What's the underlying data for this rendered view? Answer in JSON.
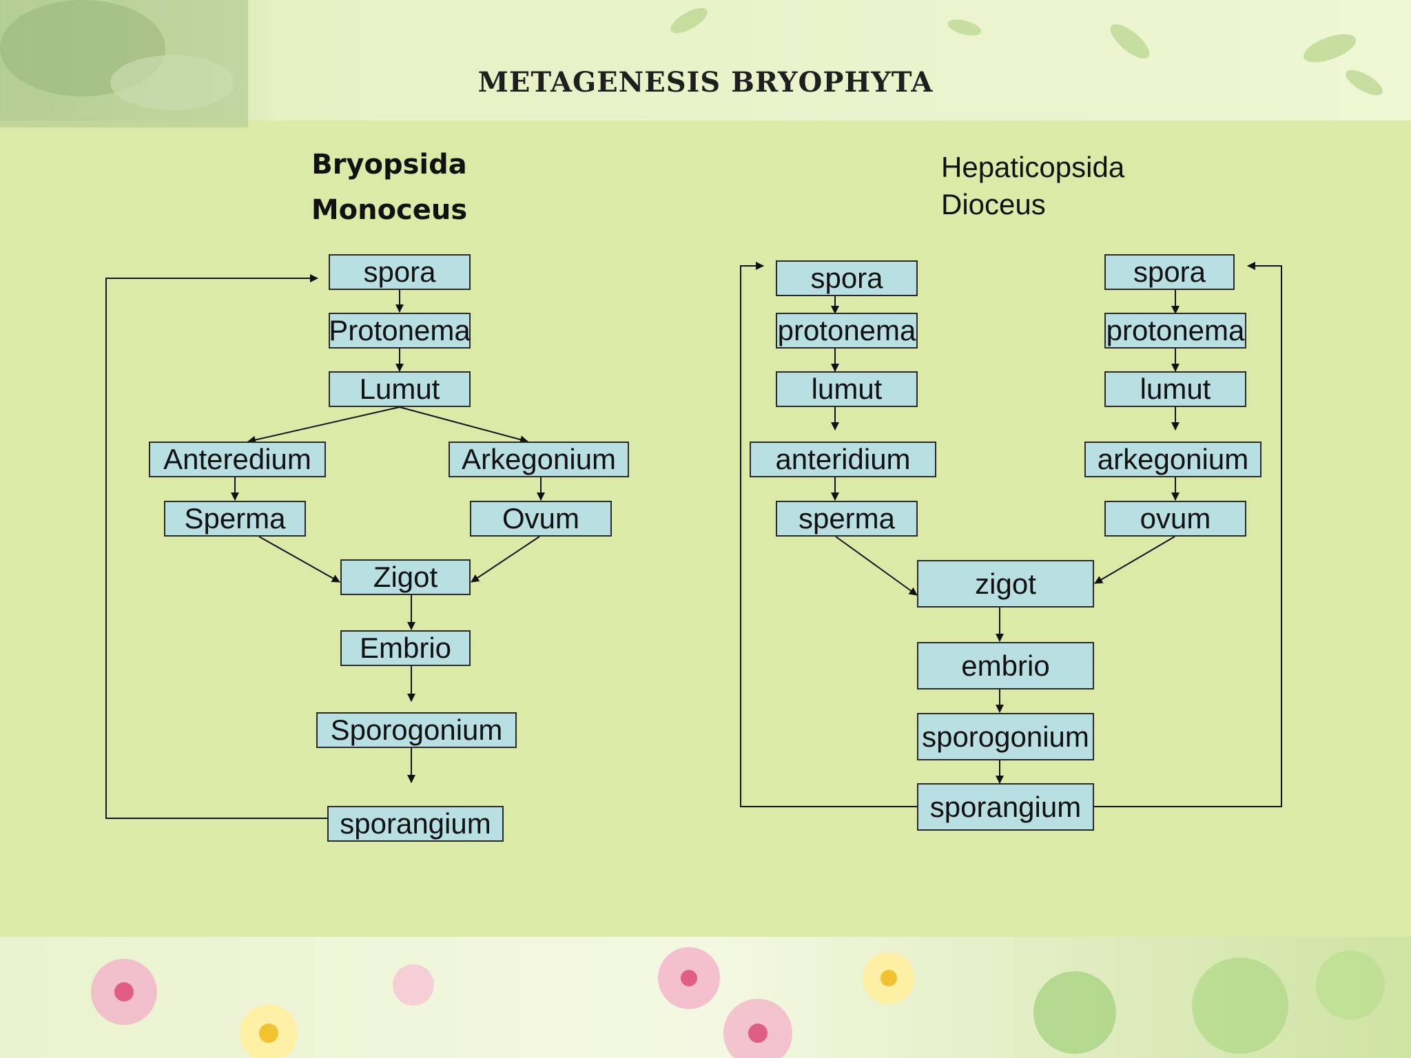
{
  "title": "METAGENESIS BRYOPHYTA",
  "left": {
    "heading_class": "Bryopsida",
    "heading_type": "Monoceus",
    "spora": "spora",
    "protonema": "Protonema",
    "lumut": "Lumut",
    "anteridium": "Anteredium",
    "arkegonium": "Arkegonium",
    "sperma": "Sperma",
    "ovum": "Ovum",
    "zigot": "Zigot",
    "embrio": "Embrio",
    "sporogonium": "Sporogonium",
    "sporangium": "sporangium"
  },
  "right": {
    "heading_class": "Hepaticopsida",
    "heading_type": "Dioceus",
    "spora_male": "spora",
    "protonema_male": "protonema",
    "lumut_male": "lumut",
    "anteridium": "anteridium",
    "sperma": "sperma",
    "spora_female": "spora",
    "protonema_female": "protonema",
    "lumut_female": "lumut",
    "arkegonium": "arkegonium",
    "ovum": "ovum",
    "zigot": "zigot",
    "embrio": "embrio",
    "sporogonium": "sporogonium",
    "sporangium": "sporangium"
  },
  "colors": {
    "background": "#dbeaa6",
    "box_fill": "#b8dfe1",
    "box_border": "#2a2a2a"
  }
}
